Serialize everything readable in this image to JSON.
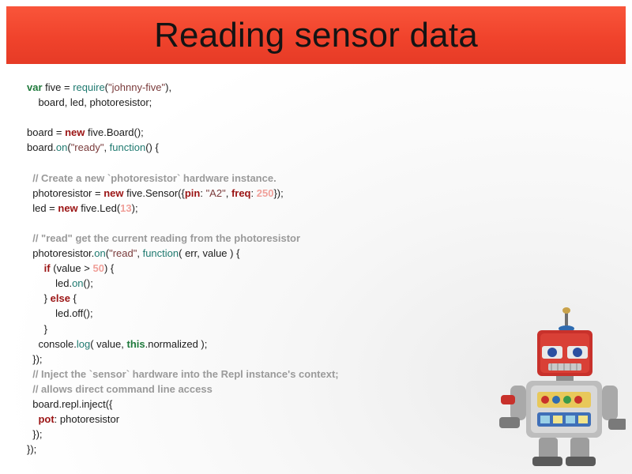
{
  "slide": {
    "title": "Reading sensor data"
  },
  "code_lines": [
    [
      [
        "kwg",
        "var"
      ],
      [
        "plain",
        " five = "
      ],
      [
        "fn",
        "require"
      ],
      [
        "plain",
        "("
      ],
      [
        "str",
        "\"johnny-five\""
      ],
      [
        "plain",
        "),"
      ]
    ],
    [
      [
        "plain",
        "    board, led, photoresistor;"
      ]
    ],
    [],
    [
      [
        "plain",
        "board = "
      ],
      [
        "kw",
        "new"
      ],
      [
        "plain",
        " five.Board();"
      ]
    ],
    [
      [
        "plain",
        "board."
      ],
      [
        "fn",
        "on"
      ],
      [
        "plain",
        "("
      ],
      [
        "str",
        "\"ready\""
      ],
      [
        "plain",
        ", "
      ],
      [
        "fn",
        "function"
      ],
      [
        "plain",
        "() {"
      ]
    ],
    [],
    [
      [
        "cmt",
        "  // Create a new `photoresistor` hardware instance."
      ]
    ],
    [
      [
        "plain",
        "  photoresistor = "
      ],
      [
        "kw",
        "new"
      ],
      [
        "plain",
        " five.Sensor({"
      ],
      [
        "kw",
        "pin"
      ],
      [
        "plain",
        ": "
      ],
      [
        "str",
        "\"A2\""
      ],
      [
        "plain",
        ", "
      ],
      [
        "kw",
        "freq"
      ],
      [
        "plain",
        ": "
      ],
      [
        "num",
        "250"
      ],
      [
        "plain",
        "});"
      ]
    ],
    [
      [
        "plain",
        "  led = "
      ],
      [
        "kw",
        "new"
      ],
      [
        "plain",
        " five.Led("
      ],
      [
        "num",
        "13"
      ],
      [
        "plain",
        ");"
      ]
    ],
    [],
    [
      [
        "cmt",
        "  // \"read\" get the current reading from the photoresistor"
      ]
    ],
    [
      [
        "plain",
        "  photoresistor."
      ],
      [
        "fn",
        "on"
      ],
      [
        "plain",
        "("
      ],
      [
        "str",
        "\"read\""
      ],
      [
        "plain",
        ", "
      ],
      [
        "fn",
        "function"
      ],
      [
        "plain",
        "( err, value ) {"
      ]
    ],
    [
      [
        "plain",
        "      "
      ],
      [
        "kw",
        "if"
      ],
      [
        "plain",
        " (value > "
      ],
      [
        "num",
        "50"
      ],
      [
        "plain",
        ") {"
      ]
    ],
    [
      [
        "plain",
        "          led."
      ],
      [
        "fn",
        "on"
      ],
      [
        "plain",
        "();"
      ]
    ],
    [
      [
        "plain",
        "      } "
      ],
      [
        "kw",
        "else"
      ],
      [
        "plain",
        " {"
      ]
    ],
    [
      [
        "plain",
        "          led.off();"
      ]
    ],
    [
      [
        "plain",
        "      }"
      ]
    ],
    [
      [
        "plain",
        "    console."
      ],
      [
        "fn",
        "log"
      ],
      [
        "plain",
        "( value, "
      ],
      [
        "kwg",
        "this"
      ],
      [
        "plain",
        ".normalized );"
      ]
    ],
    [
      [
        "plain",
        "  });"
      ]
    ],
    [
      [
        "cmt",
        "  // Inject the `sensor` hardware into the Repl instance's context;"
      ]
    ],
    [
      [
        "cmt",
        "  // allows direct command line access"
      ]
    ],
    [
      [
        "plain",
        "  board.repl.inject({"
      ]
    ],
    [
      [
        "plain",
        "    "
      ],
      [
        "kw",
        "pot"
      ],
      [
        "plain",
        ": photoresistor"
      ]
    ],
    [
      [
        "plain",
        "  });"
      ]
    ],
    [
      [
        "plain",
        "});"
      ]
    ]
  ],
  "colors": {
    "title_bar": "#f0432c",
    "keyword_red": "#9b1414",
    "keyword_green": "#1f7a3c",
    "function_teal": "#1f7a70",
    "string_brown": "#7a3b3b",
    "number_pink": "#f0a09a",
    "comment_gray": "#9a9a9a"
  },
  "decoration": {
    "image": "tin-robot-icon"
  }
}
